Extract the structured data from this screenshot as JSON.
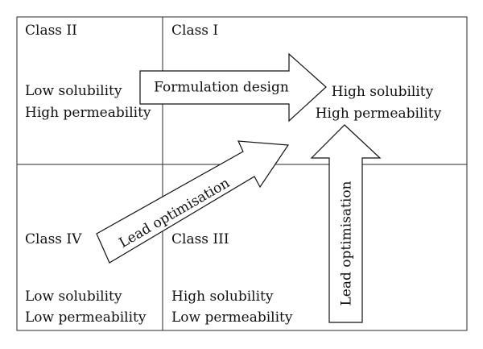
{
  "quadrants": {
    "class_ii": {
      "title": "Class II",
      "line1": "Low solubility",
      "line2": "High permeability"
    },
    "class_i": {
      "title": "Class I",
      "line1": "High solubility",
      "line2": "High permeability"
    },
    "class_iv": {
      "title": "Class IV",
      "line1": "Low solubility",
      "line2": "Low permeability"
    },
    "class_iii": {
      "title": "Class III",
      "line1": "High solubility",
      "line2": "Low permeability"
    }
  },
  "arrows": {
    "horizontal": "Formulation design",
    "diagonal": "Lead optimisation",
    "vertical": "Lead optimisation"
  }
}
